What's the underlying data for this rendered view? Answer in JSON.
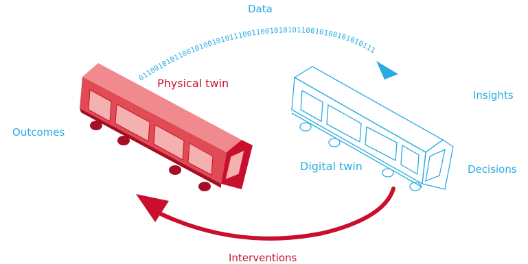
{
  "colors": {
    "blue": "#29abe2",
    "red": "#c8102e",
    "red_light": "#f08a8e",
    "red_mid": "#e04b54",
    "red_dark": "#a50f25"
  },
  "labels": {
    "data": "Data",
    "physical_twin": "Physical twin",
    "digital_twin": "Digital twin",
    "insights": "Insights",
    "decisions": "Decisions",
    "outcomes": "Outcomes",
    "interventions": "Interventions"
  },
  "binary_stream": "0110010101100101001010111001100101010110010100101010111"
}
